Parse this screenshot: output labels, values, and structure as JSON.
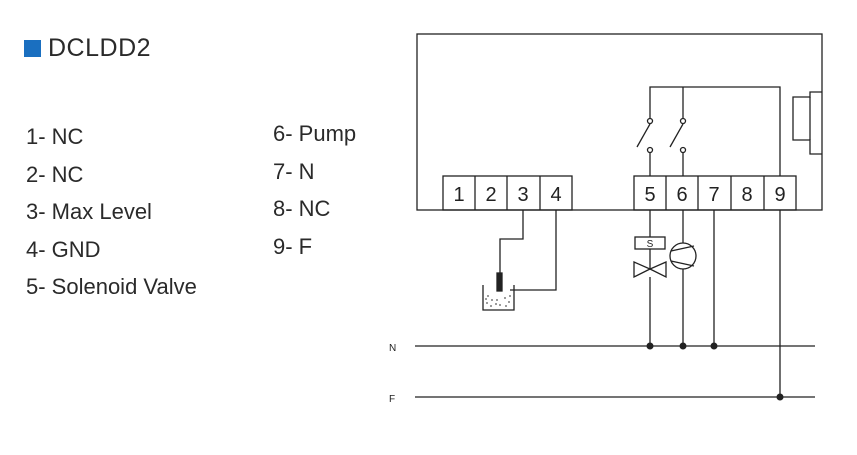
{
  "title": "DCLDD2",
  "colors": {
    "accent": "#1a6fc0",
    "line": "#222222"
  },
  "legend_left": [
    "1- NC",
    "2- NC",
    "3- Max Level",
    "4- GND",
    "5- Solenoid Valve"
  ],
  "legend_right": [
    "6- Pump",
    "7- N",
    "8- NC",
    "9- F"
  ],
  "terminals": [
    "1",
    "2",
    "3",
    "4",
    "5",
    "6",
    "7",
    "8",
    "9"
  ],
  "lines": {
    "neutral": "N",
    "phase": "F"
  },
  "valve_label": "S"
}
